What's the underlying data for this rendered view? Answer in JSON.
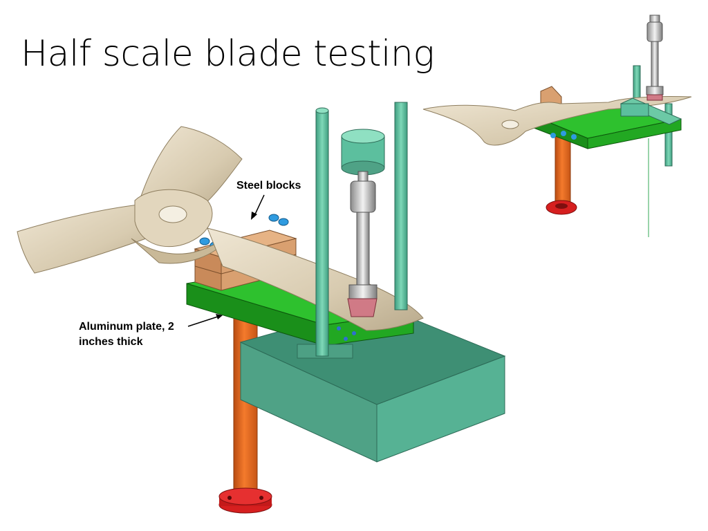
{
  "slide": {
    "title": "Half scale blade testing"
  },
  "annotations": {
    "steel_blocks": "Steel blocks",
    "aluminum_plate_line1": "Aluminum plate, 2",
    "aluminum_plate_line2": "inches thick"
  },
  "colors": {
    "blade": "#ddd2bc",
    "post_orange": "#ec6a1c",
    "flange_red": "#d61f1f",
    "plate_green": "#1fa31f",
    "block_teal": "#55aa90",
    "rod_teal": "#5cbf9e",
    "steel_block": "#d39a6a",
    "bolt_blue": "#2f9be0",
    "load_cell_silver": "#c9c9c9"
  }
}
